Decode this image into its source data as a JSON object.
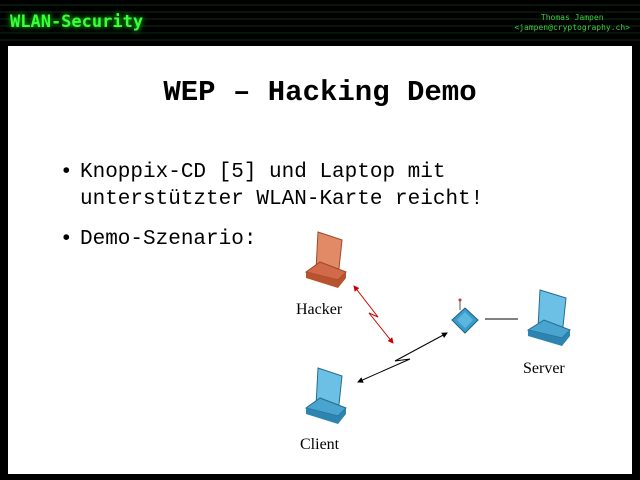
{
  "header": {
    "brand": "WLAN-Security",
    "author": "Thomas Jampen",
    "email": "<jampen@cryptography.ch>"
  },
  "slide": {
    "title": "WEP – Hacking Demo",
    "bullets": [
      {
        "text": "Knoppix-CD [5] und Laptop mit\nunterstützter WLAN-Karte reicht!"
      },
      {
        "text": "Demo-Szenario:"
      }
    ],
    "diagram": {
      "hacker": "Hacker",
      "client": "Client",
      "server": "Server"
    }
  },
  "colors": {
    "brand": "#3cff3c",
    "hacker": "#d9704f",
    "laptop": "#3a9ccc"
  }
}
